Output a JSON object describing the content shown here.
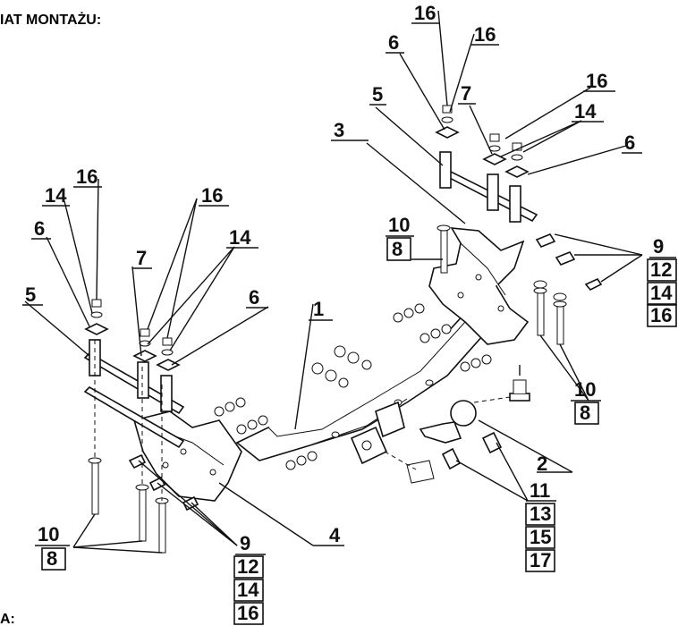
{
  "header": {
    "title": "IAT MONTAŻU:",
    "footer_fragment": "A:"
  },
  "part_labels": {
    "main_beam": "1",
    "tow_ball": "2",
    "right_bracket": "3",
    "left_bracket": "4",
    "spacer_plate_left": "5",
    "spacer_plate_right": "5",
    "square_washer_left": "6",
    "square_washer_left_b": "6",
    "square_washer_right": "6",
    "square_washer_right_b": "6",
    "plate_left": "7",
    "plate_right": "7",
    "nut_left_a": "16",
    "nut_left_b": "16",
    "nut_right_a": "16",
    "nut_right_b": "16",
    "washer_left_a": "14",
    "washer_left_b": "14",
    "washer_right_a": "14",
    "washer_right_b": "14"
  },
  "stacked_groups": {
    "bolt_set_right": [
      "10",
      "8"
    ],
    "bolt_set_right_lower": [
      "10",
      "8"
    ],
    "bolt_set_left": [
      "10",
      "8"
    ],
    "fasteners_right": [
      "9",
      "12",
      "14",
      "16"
    ],
    "fasteners_left": [
      "9",
      "12",
      "14",
      "16"
    ],
    "ball_fasteners": [
      "11",
      "13",
      "15",
      "17"
    ]
  }
}
